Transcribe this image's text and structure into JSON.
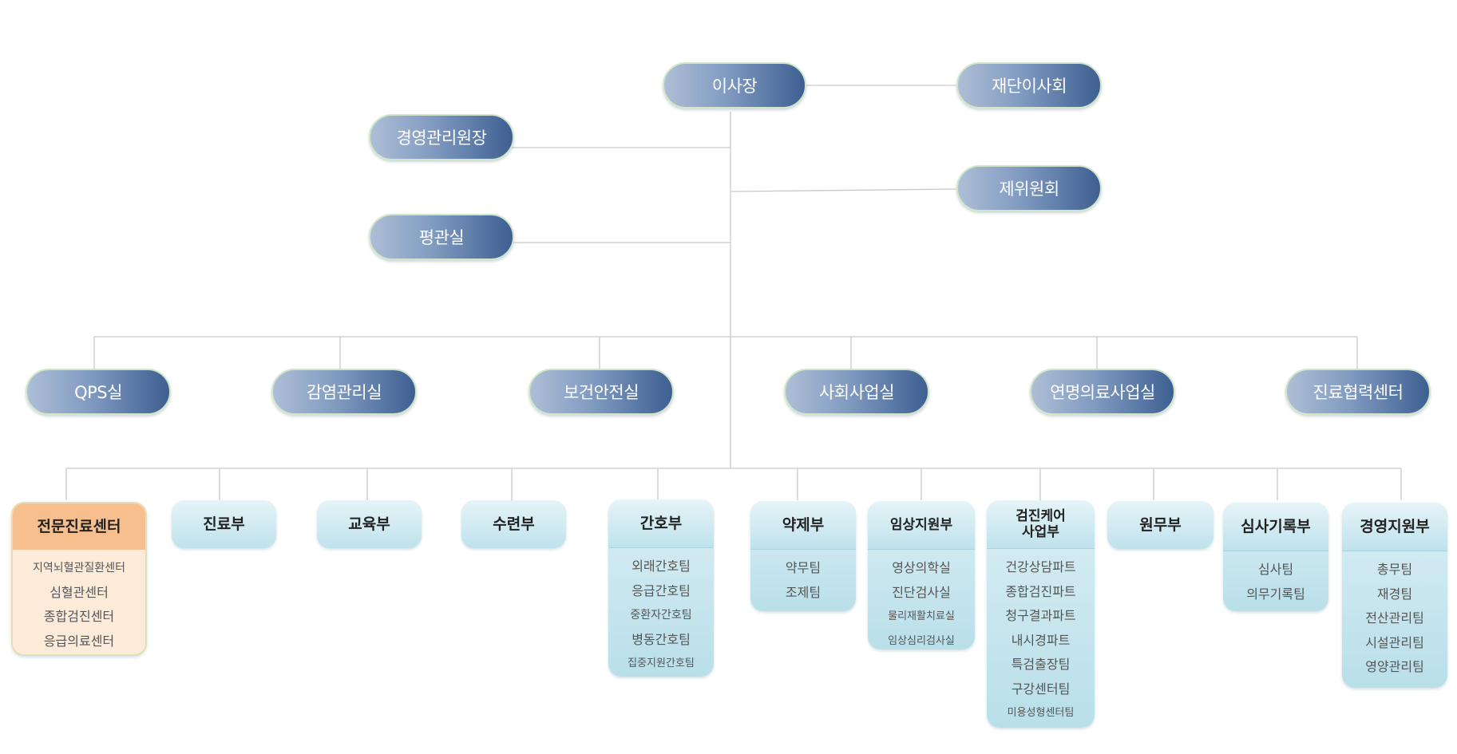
{
  "top": {
    "chairman": "이사장",
    "foundation_board": "재단이사회",
    "management_director": "경영관리원장",
    "committee": "제위원회",
    "evaluation_office": "평관실"
  },
  "offices": [
    "QPS실",
    "감염관리실",
    "보건안전실",
    "사회사업실",
    "연명의료사업실",
    "진료협력센터"
  ],
  "departments": [
    {
      "name": "전문진료센터",
      "items": [
        "지역뇌혈관질환센터",
        "심혈관센터",
        "종합검진센터",
        "응급의료센터"
      ]
    },
    {
      "name": "진료부",
      "items": []
    },
    {
      "name": "교육부",
      "items": []
    },
    {
      "name": "수련부",
      "items": []
    },
    {
      "name": "간호부",
      "items": [
        "외래간호팀",
        "응급간호팀",
        "중환자간호팀",
        "병동간호팀",
        "집중지원간호팀"
      ]
    },
    {
      "name": "약제부",
      "items": [
        "약무팀",
        "조제팀"
      ]
    },
    {
      "name": "임상지원부",
      "items": [
        "영상의학실",
        "진단검사실",
        "물리재활치료실",
        "임상심리검사실"
      ]
    },
    {
      "name": "검진케어\n사업부",
      "items": [
        "건강상담파트",
        "종합검진파트",
        "청구결과파트",
        "내시경파트",
        "특검출장팀",
        "구강센터팀",
        "미용성형센터팀"
      ]
    },
    {
      "name": "원무부",
      "items": []
    },
    {
      "name": "심사기록부",
      "items": [
        "심사팀",
        "의무기록팀"
      ]
    },
    {
      "name": "경영지원부",
      "items": [
        "총무팀",
        "재경팀",
        "전산관리팀",
        "시설관리팀",
        "영양관리팀"
      ]
    }
  ],
  "colors": {
    "pill_dark": "#3e5f92",
    "pill_light": "#aebed6",
    "dept_blue": "#bfe2ec",
    "dept_orange": "#f7bf8e"
  }
}
